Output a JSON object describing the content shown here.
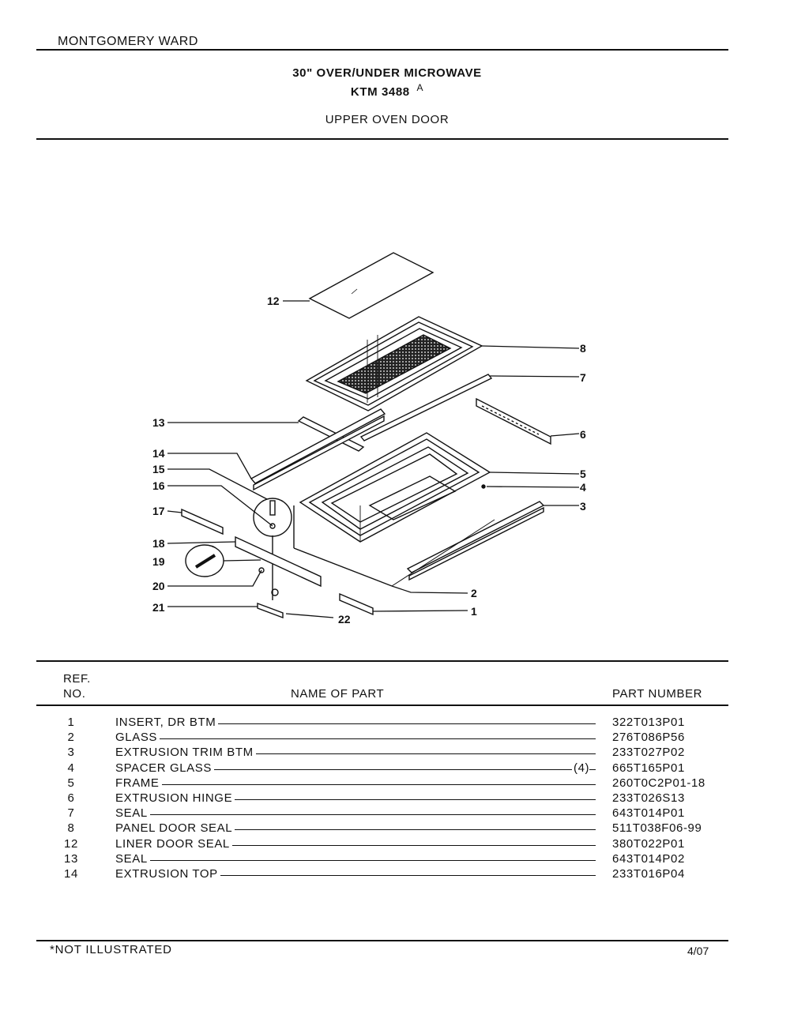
{
  "header": {
    "brand": "MONTGOMERY WARD",
    "title": "30\" OVER/UNDER MICROWAVE",
    "model": "KTM 3488",
    "model_suffix": "A",
    "section": "UPPER OVEN DOOR"
  },
  "diagram": {
    "callouts": [
      "1",
      "2",
      "3",
      "4",
      "5",
      "6",
      "7",
      "8",
      "12",
      "13",
      "14",
      "15",
      "16",
      "17",
      "18",
      "19",
      "20",
      "21",
      "22"
    ]
  },
  "table": {
    "col_ref_line1": "REF.",
    "col_ref_line2": "NO.",
    "col_name": "NAME OF PART",
    "col_part": "PART NUMBER",
    "rows": [
      {
        "ref": "1",
        "name": "INSERT, DR BTM",
        "qty": "",
        "part": "322T013P01"
      },
      {
        "ref": "2",
        "name": "GLASS",
        "qty": "",
        "part": "276T086P56"
      },
      {
        "ref": "3",
        "name": "EXTRUSION TRIM BTM",
        "qty": "",
        "part": "233T027P02"
      },
      {
        "ref": "4",
        "name": "SPACER GLASS",
        "qty": "(4)",
        "part": "665T165P01"
      },
      {
        "ref": "5",
        "name": "FRAME",
        "qty": "",
        "part": "260T0C2P01-18"
      },
      {
        "ref": "6",
        "name": "EXTRUSION HINGE",
        "qty": "",
        "part": "233T026S13"
      },
      {
        "ref": "7",
        "name": "SEAL",
        "qty": "",
        "part": "643T014P01"
      },
      {
        "ref": "8",
        "name": "PANEL DOOR SEAL",
        "qty": "",
        "part": "511T038F06-99"
      },
      {
        "ref": "12",
        "name": "LINER DOOR SEAL",
        "qty": "",
        "part": "380T022P01"
      },
      {
        "ref": "13",
        "name": "SEAL",
        "qty": "",
        "part": "643T014P02"
      },
      {
        "ref": "14",
        "name": "EXTRUSION TOP",
        "qty": "",
        "part": "233T016P04"
      }
    ]
  },
  "footer": {
    "note": "*NOT ILLUSTRATED",
    "date": "4/07"
  }
}
